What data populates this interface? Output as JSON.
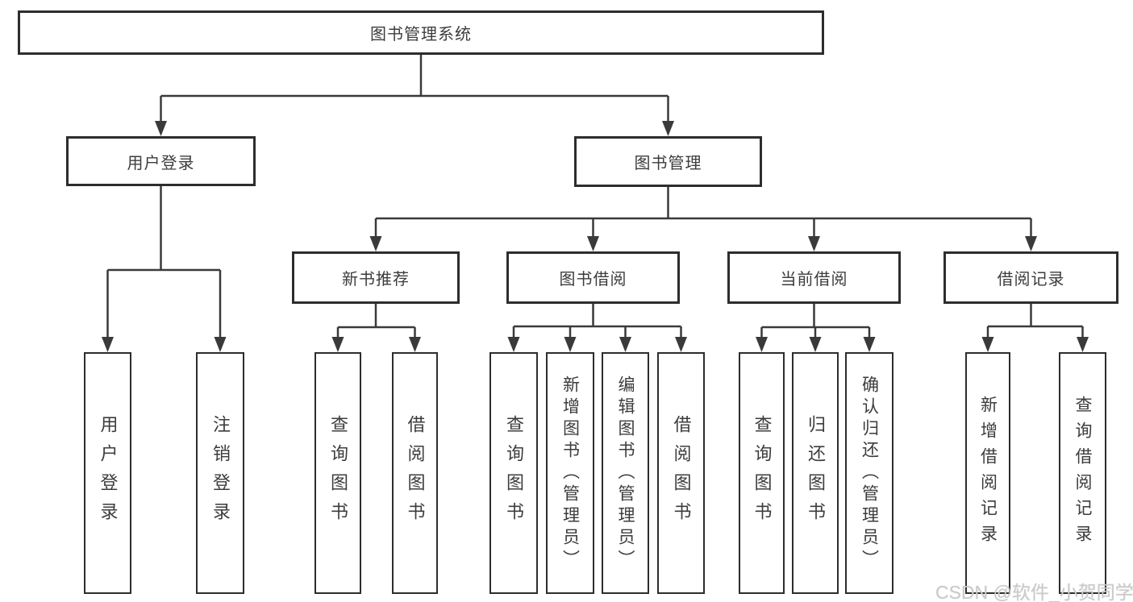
{
  "diagram": {
    "root": {
      "label": "图书管理系统"
    },
    "branches": [
      {
        "label": "用户登录",
        "children": [
          {
            "label": "用户登录"
          },
          {
            "label": "注销登录"
          }
        ]
      },
      {
        "label": "图书管理",
        "children": [
          {
            "label": "新书推荐",
            "children": [
              {
                "label": "查询图书"
              },
              {
                "label": "借阅图书"
              }
            ]
          },
          {
            "label": "图书借阅",
            "children": [
              {
                "label": "查询图书"
              },
              {
                "label": "新增图书（管理员）"
              },
              {
                "label": "编辑图书（管理员）"
              },
              {
                "label": "借阅图书"
              }
            ]
          },
          {
            "label": "当前借阅",
            "children": [
              {
                "label": "查询图书"
              },
              {
                "label": "归还图书"
              },
              {
                "label": "确认归还（管理员）"
              }
            ]
          },
          {
            "label": "借阅记录",
            "children": [
              {
                "label": "新增借阅记录"
              },
              {
                "label": "查询借阅记录"
              }
            ]
          }
        ]
      }
    ]
  },
  "watermark": {
    "text": "CSDN @软件_小贺同学"
  },
  "colors": {
    "background": "#ffffff",
    "box_border": "#2d2d2d",
    "line": "#3a3a3a",
    "text": "#3c3c3c",
    "watermark": "#cbcbcb"
  }
}
